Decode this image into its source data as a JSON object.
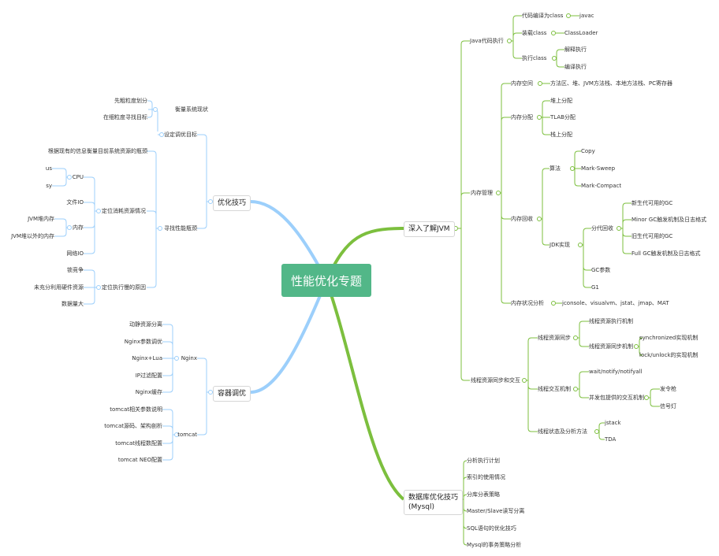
{
  "title": "性能优化专题",
  "colors": {
    "center": "#52b788",
    "green": "#7cbf3e",
    "blue": "#9ccffb"
  },
  "right": {
    "jvm": {
      "label": "深入了解JVM",
      "exec": {
        "label": "Java代码执行",
        "items": [
          {
            "label": "代码编译为class",
            "leaf": "javac"
          },
          {
            "label": "装载class",
            "leaf": "ClassLoader"
          },
          {
            "label": "执行class",
            "leaves": [
              "解释执行",
              "编译执行"
            ]
          }
        ]
      },
      "mem": {
        "label": "内存管理",
        "space": {
          "label": "内存空间",
          "leaf": "方法区、堆、JVM方法栈、本地方法栈、PC寄存器"
        },
        "alloc": {
          "label": "内存分配",
          "leaves": [
            "堆上分配",
            "TLAB分配",
            "栈上分配"
          ]
        },
        "gc": {
          "label": "内存回收",
          "algo": {
            "label": "算法",
            "leaves": [
              "Copy",
              "Mark-Sweep",
              "Mark-Compact"
            ]
          },
          "impl": {
            "label": "JDK实现",
            "gen": {
              "label": "分代回收",
              "leaves": [
                "新生代可用的GC",
                "Minor GC触发机制及日志格式",
                "旧生代可用的GC",
                "Full GC触发机制及日志格式"
              ]
            },
            "others": [
              "GC参数",
              "G1"
            ]
          }
        },
        "status": {
          "label": "内存状况分析",
          "leaf": "jconsole、visualvm、jstat、jmap、MAT"
        }
      },
      "thread": {
        "label": "线程资源同步和交互",
        "sync": {
          "label": "线程资源同步",
          "exec": "线程资源执行机制",
          "mech": {
            "label": "线程资源同步机制",
            "leaves": [
              "synchronized实现机制",
              "lock/unlock的实现机制"
            ]
          }
        },
        "inter": {
          "label": "线程交互机制",
          "wait": "wait/notify/notifyall",
          "conc": {
            "label": "并发包提供的交互机制",
            "leaves": [
              "发令枪",
              "信号灯"
            ]
          }
        },
        "state": {
          "label": "线程状态及分析方法",
          "leaves": [
            "jstack",
            "TDA"
          ]
        }
      }
    },
    "db": {
      "label": "数据库优化技巧",
      "label2": "(Mysql)",
      "leaves": [
        "分析执行计划",
        "索引的使用情况",
        "分库分表策略",
        "Master/Slave读写分离",
        "SQL语句的优化技巧",
        "Mysql的事务策略分析"
      ]
    }
  },
  "left": {
    "opt": {
      "label": "优化技巧",
      "goal": {
        "label": "设定调优目标",
        "measure": {
          "label": "衡量系统现状",
          "leaves": [
            "先粗粒度划分",
            "在细粒度寻找目标"
          ]
        }
      },
      "find": {
        "label": "寻找性能瓶颈",
        "top": "根据现有的信息衡量目前系统资源的瓶颈",
        "res": {
          "label": "定位消耗资源情况",
          "cpu": {
            "label": "CPU",
            "leaves": [
              "us",
              "sy"
            ]
          },
          "file": "文件IO",
          "memory": {
            "label": "内存",
            "leaves": [
              "JVM堆内存",
              "JVM堆以外的内存"
            ]
          },
          "net": "网络IO"
        },
        "slow": {
          "label": "定位执行慢的原因",
          "leaves": [
            "锁竞争",
            "未充分利用硬件资源",
            "数据量大"
          ]
        }
      }
    },
    "container": {
      "label": "容器调优",
      "nginx": {
        "label": "Nginx",
        "leaves": [
          "动静资源分离",
          "Nginx参数调优",
          "Nginx+Lua",
          "IP过滤配置",
          "Nginx缓存"
        ]
      },
      "tomcat": {
        "label": "tomcat",
        "leaves": [
          "tomcat相关参数说明",
          "tomcat源码、架构剖析",
          "tomcat线程数配置",
          "tomcat NEO配置"
        ]
      }
    }
  }
}
